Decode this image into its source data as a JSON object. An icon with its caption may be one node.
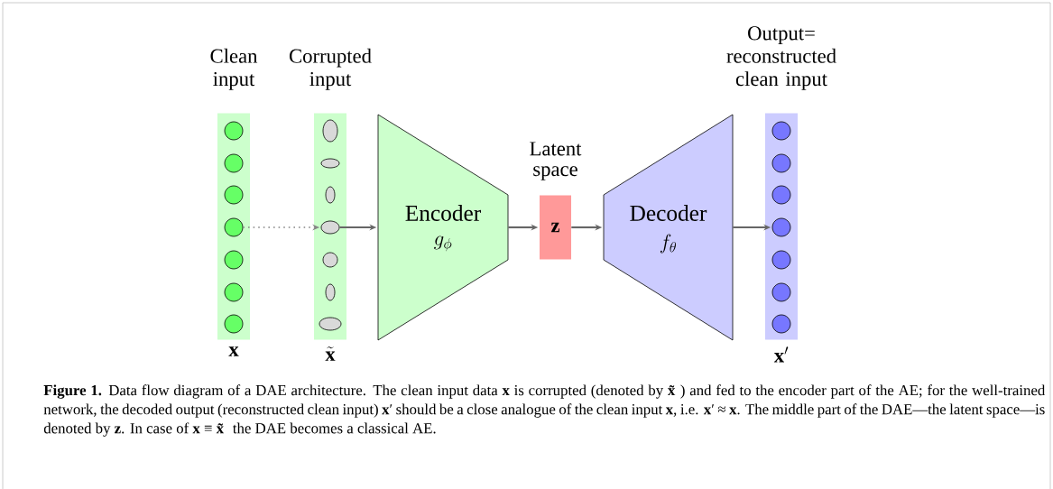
{
  "diagram": {
    "caption": "**Figure 1.** Data flow diagram of a DAE architecture. The clean input data **x** is corrupted (denoted by **x̃**) and fed to the encoder part of the AE; for the well-trained network, the decoded output (reconstructed clean input) **x**′ should be a close analogue of the clean input **x**, i.e. **x**′ ≈ **x**. The middle part of the DAE—the latent space—is denoted by **z**. In case of **x** ≡ **x̃** the DAE becomes a classical AE.",
    "nodes": [
      {
        "text": [
          "Clean input",
          "\\mathbf{x}"
        ]
      },
      {
        "text": [],
        "shape": "circle",
        "in": 0
      },
      {
        "text": [],
        "shape": "circle",
        "in": 0
      },
      {
        "text": [],
        "shape": "circle",
        "in": 0
      },
      {
        "text": [],
        "shape": "circle",
        "in": 0
      },
      {
        "text": [],
        "shape": "circle",
        "in": 0
      },
      {
        "text": [],
        "shape": "circle",
        "in": 0
      },
      {
        "text": [],
        "shape": "circle",
        "in": 0
      },
      {
        "text": [
          "Corrupted input",
          "\\tilde{\\mathbf{x}}"
        ]
      },
      {
        "text": [],
        "shape": "ellipse",
        "in": 8
      },
      {
        "text": [],
        "shape": "ellipse",
        "in": 8
      },
      {
        "text": [],
        "shape": "ellipse",
        "in": 8
      },
      {
        "text": [],
        "shape": "ellipse",
        "in": 8
      },
      {
        "text": [],
        "shape": "circle",
        "in": 8
      },
      {
        "text": [],
        "shape": "ellipse",
        "in": 8
      },
      {
        "text": [],
        "shape": "ellipse",
        "in": 8
      },
      {
        "text": [
          "Encoder",
          "g_\\phi"
        ]
      },
      {
        "text": [
          "Latent space",
          "\\mathbf{z}"
        ]
      },
      {
        "text": [
          "Decoder",
          "f_\\theta"
        ]
      },
      {
        "text": [
          "Output= reconstructed clean input",
          "\\mathbf{x}'"
        ]
      },
      {
        "text": [],
        "shape": "circle",
        "in": 19
      },
      {
        "text": [],
        "shape": "circle",
        "in": 19
      },
      {
        "text": [],
        "shape": "circle",
        "in": 19
      },
      {
        "text": [],
        "shape": "circle",
        "in": 19
      },
      {
        "text": [],
        "shape": "circle",
        "in": 19
      },
      {
        "text": [],
        "shape": "circle",
        "in": 19
      },
      {
        "text": [],
        "shape": "circle",
        "in": 19
      }
    ],
    "edges": [
      {
        "from": 4,
        "to": 12,
        "arrow": "to",
        "style": "dashed"
      },
      {
        "from": 12,
        "to": 16,
        "arrow": "to"
      },
      {
        "from": 16,
        "to": 17,
        "arrow": "to"
      },
      {
        "from": 17,
        "to": 18,
        "arrow": "to"
      },
      {
        "from": 18,
        "to": 23,
        "arrow": "to"
      }
    ]
  }
}
